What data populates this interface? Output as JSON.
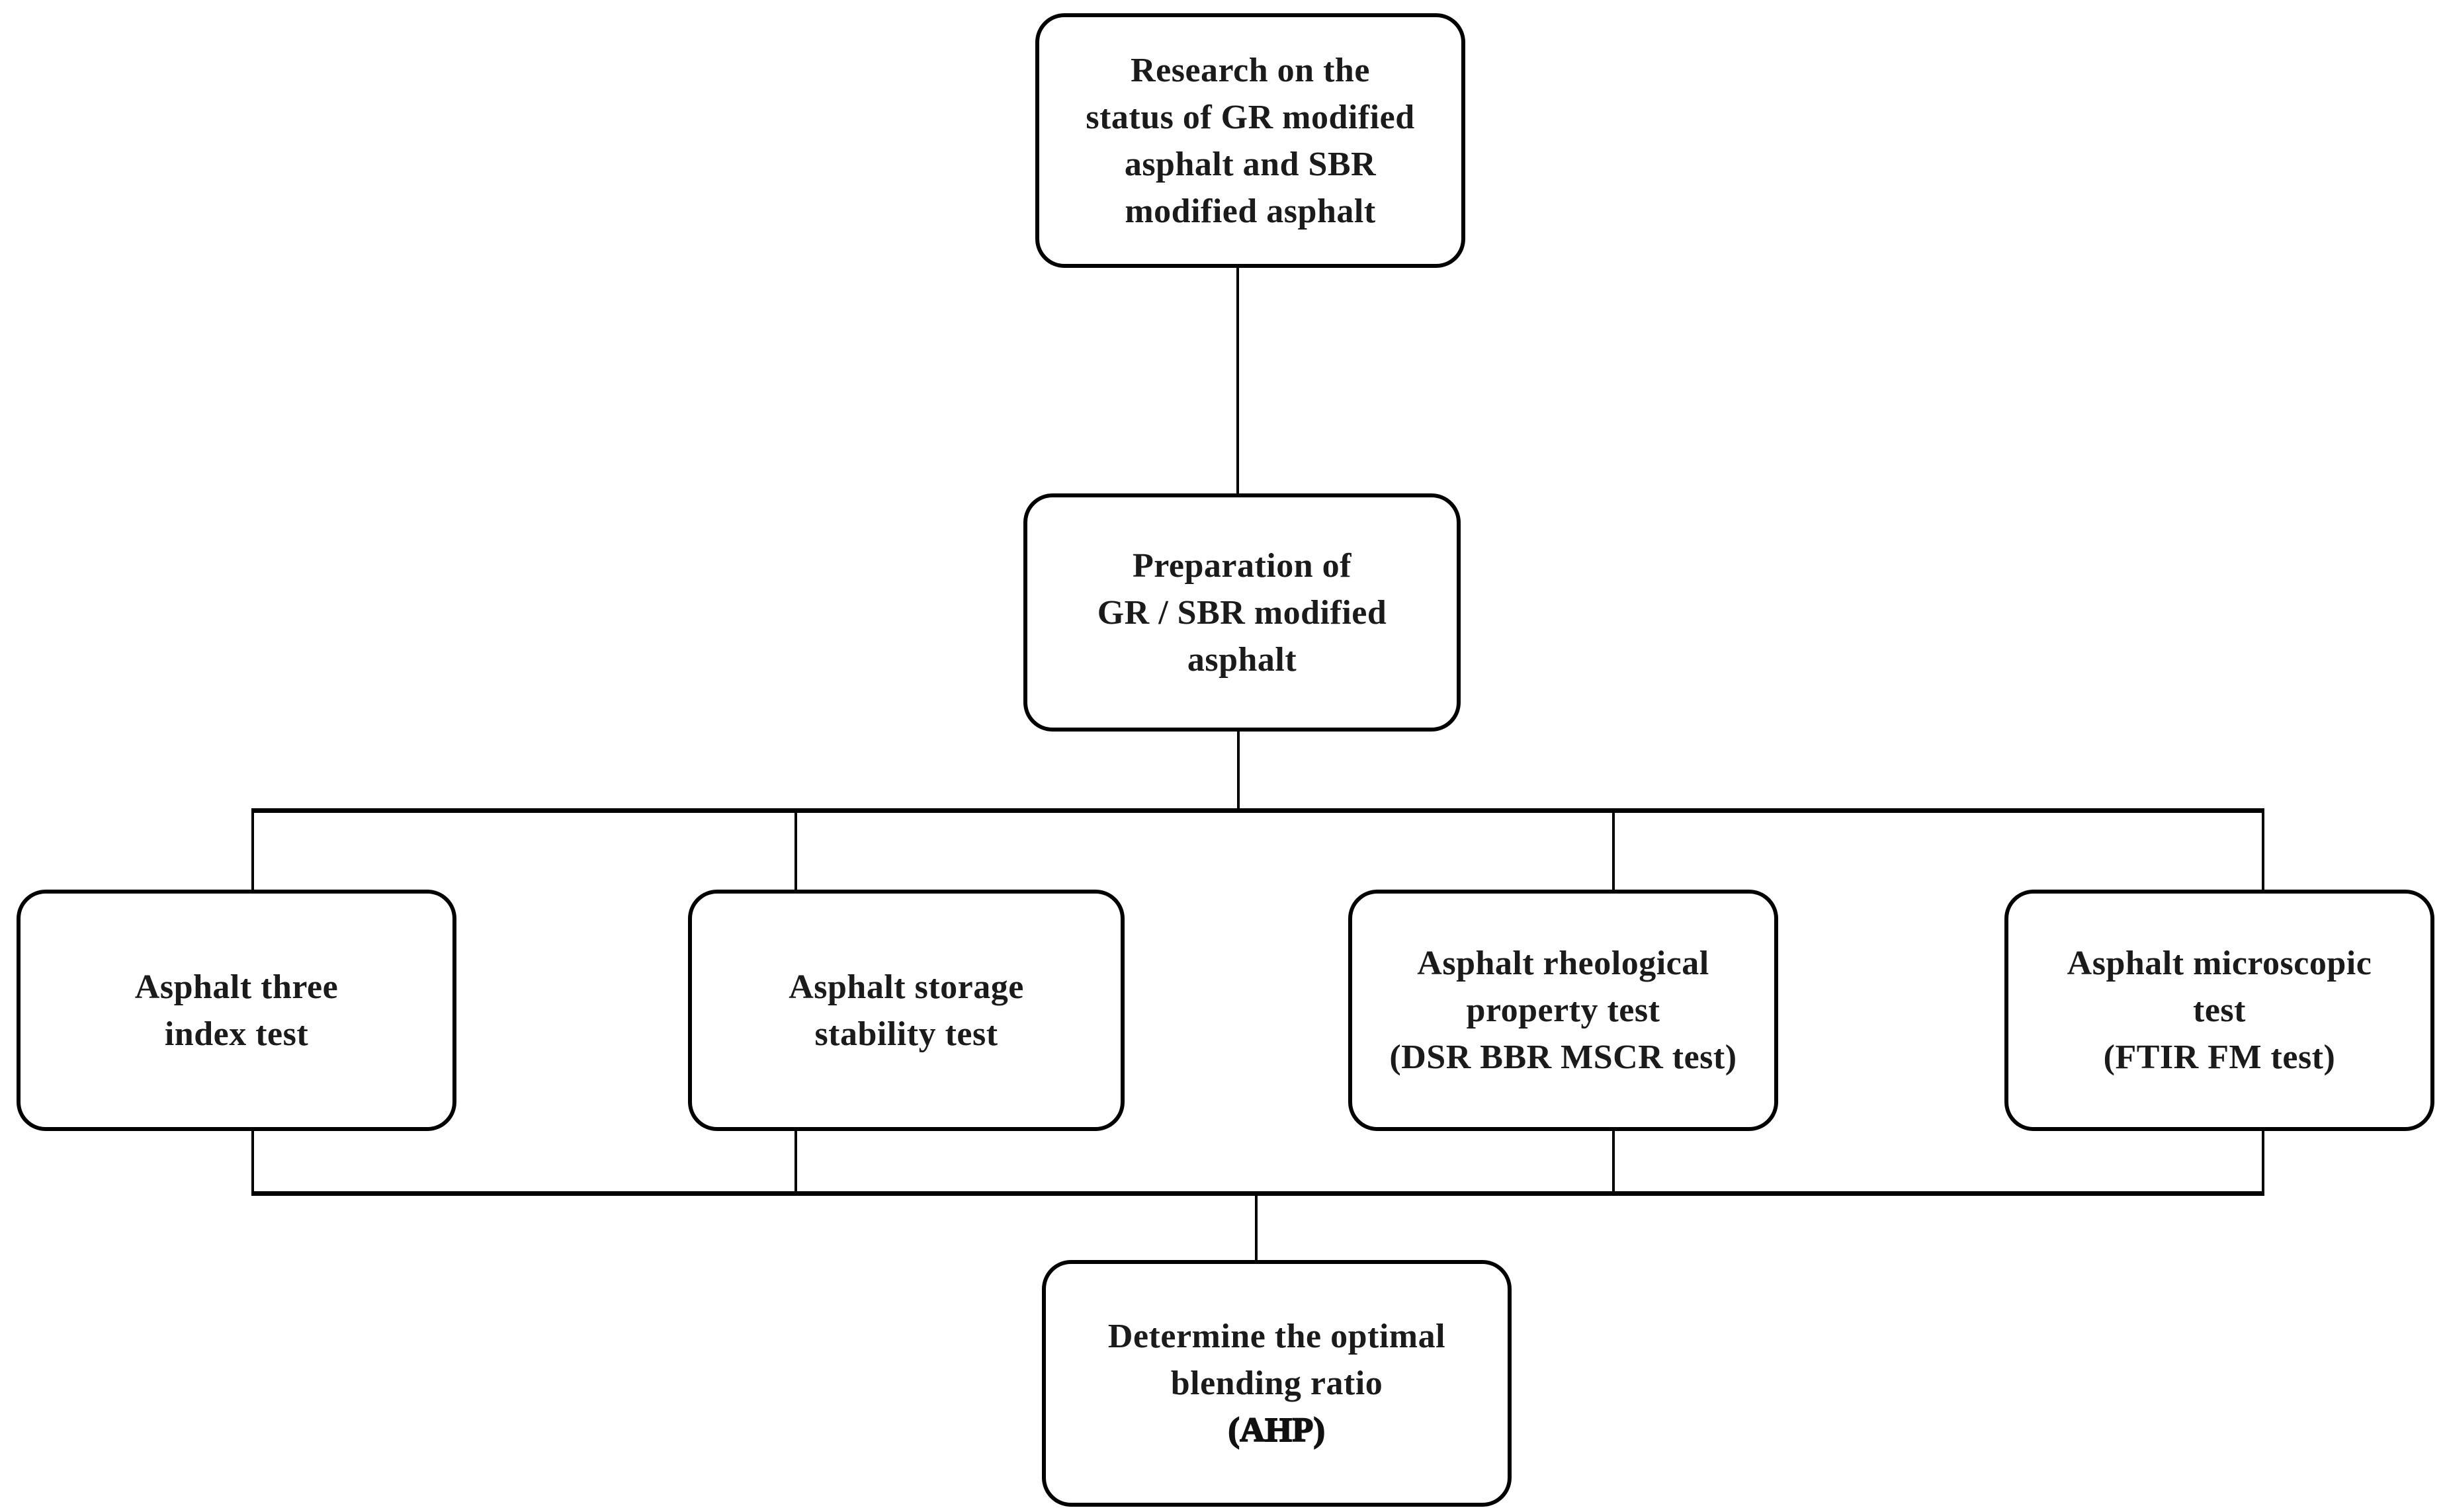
{
  "colors": {
    "background": "#ffffff",
    "line": "#000000",
    "text": "#1b1b1b"
  },
  "nodes": {
    "research": {
      "text": "Research on the\nstatus of GR modified\nasphalt and SBR\nmodified asphalt"
    },
    "preparation": {
      "text": "Preparation of\nGR / SBR modified\nasphalt"
    },
    "three_index": {
      "text": "Asphalt three\nindex test"
    },
    "storage": {
      "text": "Asphalt storage\nstability test"
    },
    "rheological": {
      "text": "Asphalt rheological\nproperty test\n(DSR BBR MSCR test)"
    },
    "microscopic": {
      "text": "Asphalt microscopic\ntest\n(FTIR FM test)"
    },
    "determine": {
      "text": "Determine the optimal\nblending ratio",
      "emphasis": "(AHP)"
    }
  }
}
